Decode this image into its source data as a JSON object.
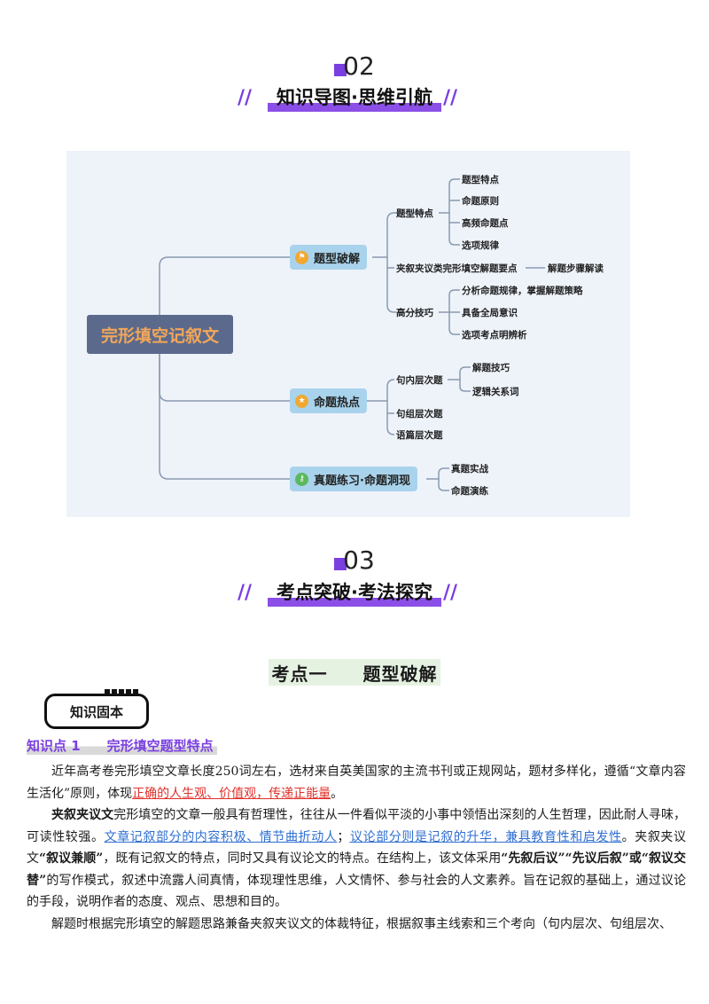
{
  "section2": {
    "number": "02",
    "title": "知识导图·思维引航"
  },
  "mindmap": {
    "root": "完形填空记叙文",
    "branches": [
      {
        "label": "题型破解",
        "icon": "flag-icon"
      },
      {
        "label": "命题热点",
        "icon": "star-icon"
      },
      {
        "label": "真题练习·命题洞现",
        "icon": "lock-icon"
      }
    ],
    "b1": {
      "sub1": "题型特点",
      "sub1_leaves": [
        "题型特点",
        "命题原则",
        "高频命题点",
        "选项规律"
      ],
      "sub2": "夹叙夹议类完形填空解题要点",
      "sub2_leaf": "解题步骤解读",
      "sub3": "高分技巧",
      "sub3_leaves": [
        "分析命题规律，掌握解题策略",
        "具备全局意识",
        "选项考点明辨析"
      ]
    },
    "b2": {
      "sub1": "句内层次题",
      "sub1_leaves": [
        "解题技巧",
        "逻辑关系词"
      ],
      "sub2": "句组层次题",
      "sub3": "语篇层次题"
    },
    "b3": {
      "leaves": [
        "真题实战",
        "命题演练"
      ]
    }
  },
  "section3": {
    "number": "03",
    "title": "考点突破·考法探究"
  },
  "kaodian": {
    "left": "考点一",
    "right": "题型破解"
  },
  "badge": "知识固本",
  "knowledge": {
    "left": "知识点 1",
    "right": "完形填空题型特点"
  },
  "para1": {
    "t1": "近年高考卷完形填空文章长度250词左右，选材来自英美国家的主流书刊或正规网站，题材多样化，遵循“文章内容生活化”原则，体现",
    "t2": "正确的人生观、价值观，传递正能量",
    "t3": "。"
  },
  "para2": {
    "t1": "夹叙夹议文",
    "t2": "完形填空的文章一般具有哲理性，往往从一件看似平淡的小事中领悟出深刻的人生哲理，因此耐人寻味，可读性较强。",
    "t3": "文章记叙部分的内容积极、情节曲折动人",
    "t4": "；",
    "t5": "议论部分则是记叙的升华，兼具教育性和启发性",
    "t6": "。夹叙夹议文",
    "t7": "“叙议兼顺”",
    "t8": "，既有记叙文的特点，同时又具有议论文的特点。在结构上，该文体采用",
    "t9": "“先叙后议”“先议后叙”或“叙议交替”",
    "t10": "的写作模式，叙述中流露人间真情，体现理性思维，人文情怀、参与社会的人文素养。旨在记叙的基础上，通过议论的手段，说明作者的态度、观点、思想和目的。"
  },
  "para3": {
    "t1": "解题时根据完形填空的解题思路兼备夹叙夹议文的体裁特征，根据叙事主线索和三个考向（句内层次、句组层次、"
  }
}
